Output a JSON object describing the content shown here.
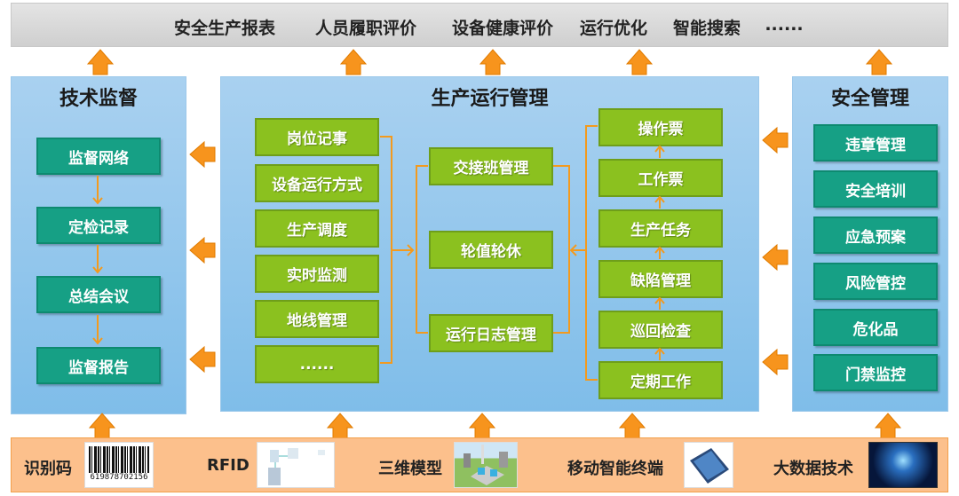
{
  "top_bar": {
    "items": [
      "安全生产报表",
      "人员履职评价",
      "设备健康评价",
      "运行优化",
      "智能搜索",
      "......"
    ]
  },
  "left_panel": {
    "title": "技术监督",
    "items": [
      "监督网络",
      "定检记录",
      "总结会议",
      "监督报告"
    ]
  },
  "center_panel": {
    "title": "生产运行管理",
    "column1": [
      "岗位记事",
      "设备运行方式",
      "生产调度",
      "实时监测",
      "地线管理",
      "......"
    ],
    "column2": [
      "交接班管理",
      "轮值轮休",
      "运行日志管理"
    ],
    "column3": [
      "操作票",
      "工作票",
      "生产任务",
      "缺陷管理",
      "巡回检查",
      "定期工作"
    ]
  },
  "right_panel": {
    "title": "安全管理",
    "items": [
      "违章管理",
      "安全培训",
      "应急预案",
      "风险管控",
      "危化品",
      "门禁监控"
    ]
  },
  "bottom_bar": {
    "items": [
      "识别码",
      "RFID",
      "三维模型",
      "移动智能终端",
      "大数据技术"
    ],
    "barcode_number": "619878702156"
  },
  "colors": {
    "accent_orange": "#f7941d",
    "green_box": "#8bc11f",
    "teal_box": "#16a085",
    "panel_blue": "#9ccbee",
    "bottom_peach": "#fcc08c"
  }
}
